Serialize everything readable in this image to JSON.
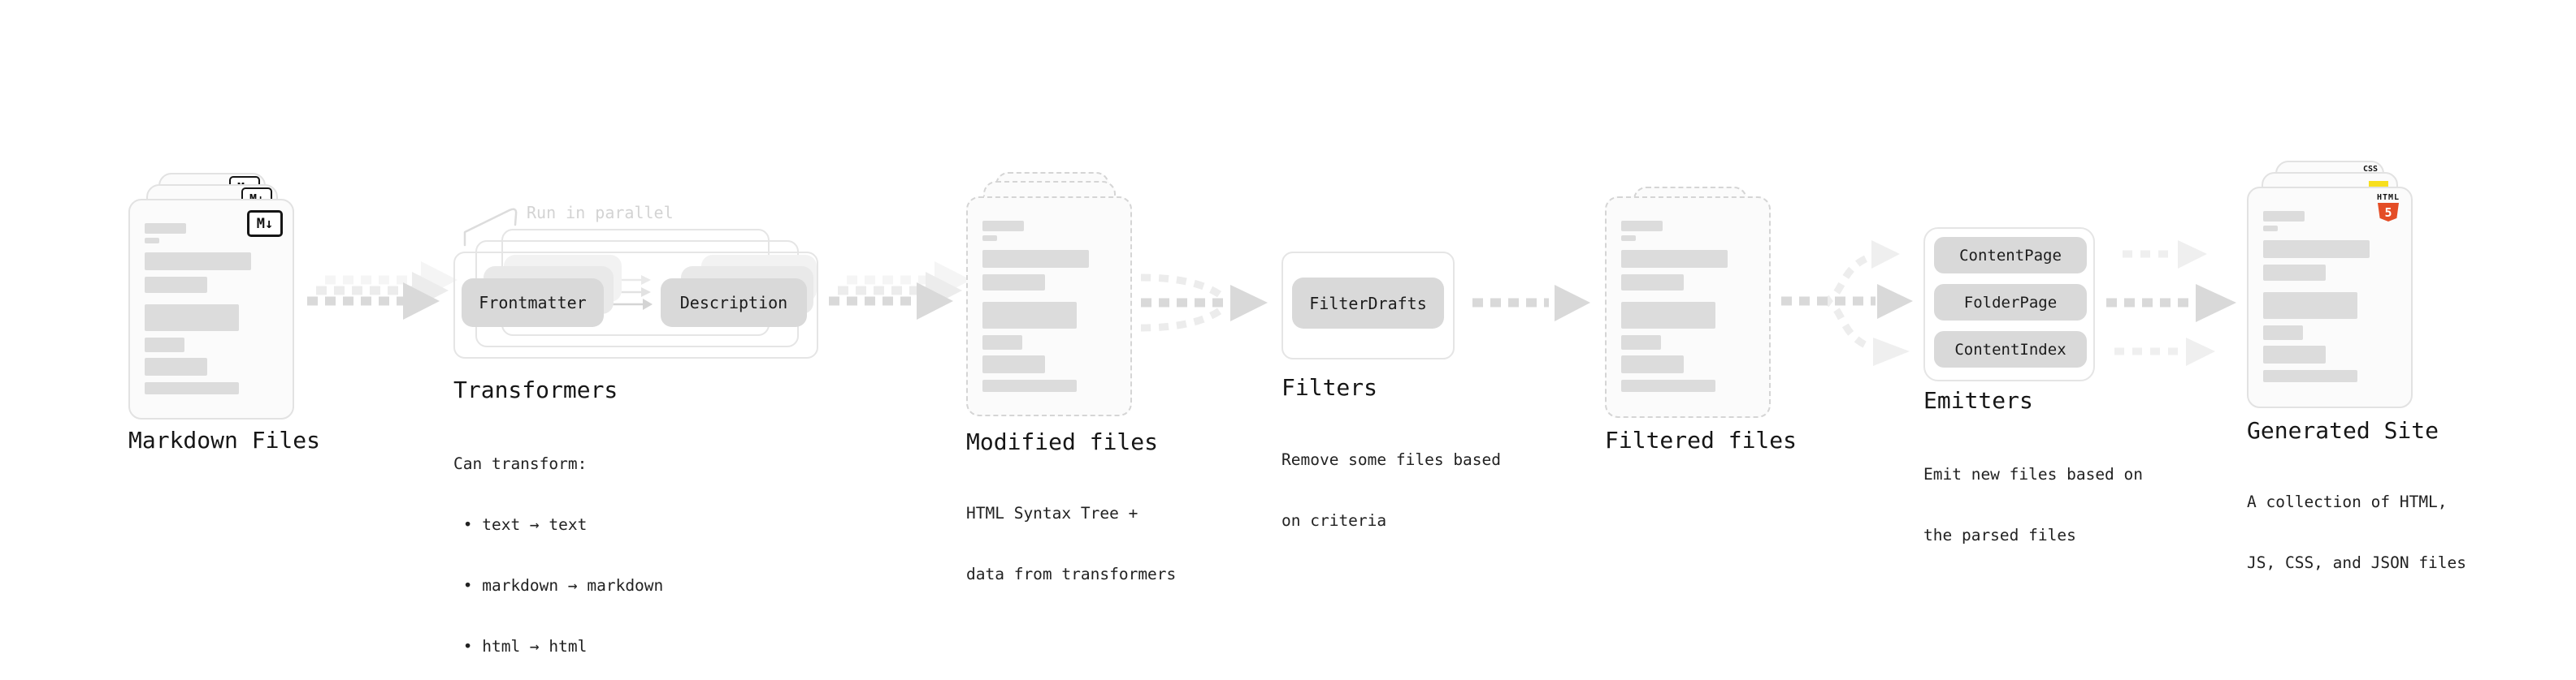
{
  "stages": {
    "markdown_files": {
      "label": "Markdown Files",
      "badge": "M↓"
    },
    "transformers": {
      "label": "Transformers",
      "note": "Run in parallel",
      "pills": [
        "Frontmatter",
        "Description"
      ],
      "description_lines": [
        "Can transform:",
        " • text → text",
        " • markdown → markdown",
        " • html → html"
      ]
    },
    "modified_files": {
      "label": "Modified files",
      "description_lines": [
        "HTML Syntax Tree +",
        "data from transformers"
      ]
    },
    "filters": {
      "label": "Filters",
      "pills": [
        "FilterDrafts"
      ],
      "description_lines": [
        "Remove some files based",
        "on criteria"
      ]
    },
    "filtered_files": {
      "label": "Filtered files"
    },
    "emitters": {
      "label": "Emitters",
      "pills": [
        "ContentPage",
        "FolderPage",
        "ContentIndex"
      ],
      "description_lines": [
        "Emit new files based on",
        "the parsed files"
      ]
    },
    "generated_site": {
      "label": "Generated Site",
      "description_lines": [
        "A collection of HTML,",
        "JS, CSS, and JSON files"
      ],
      "file_badges": {
        "html_label": "HTML",
        "html_number": "5",
        "css_label": "CSS"
      }
    }
  },
  "flow": [
    {
      "from": "Markdown Files",
      "to": "Transformers"
    },
    {
      "from": "Transformers",
      "to": "Modified files"
    },
    {
      "from": "Modified files",
      "to": "Filters"
    },
    {
      "from": "Filters",
      "to": "Filtered files"
    },
    {
      "from": "Filtered files",
      "to": "Emitters"
    },
    {
      "from": "Emitters",
      "to": "Generated Site"
    }
  ],
  "colors": {
    "pill_gray": "#d9d9d9",
    "arrow_gray": "#d9d9d9",
    "arrow_light": "#efefef",
    "note_muted": "#d3d3d3",
    "text_dark": "#1b1b1b",
    "html5_orange": "#e44d26",
    "js_yellow": "#f7df1e",
    "css_blue": "#2965f1"
  }
}
